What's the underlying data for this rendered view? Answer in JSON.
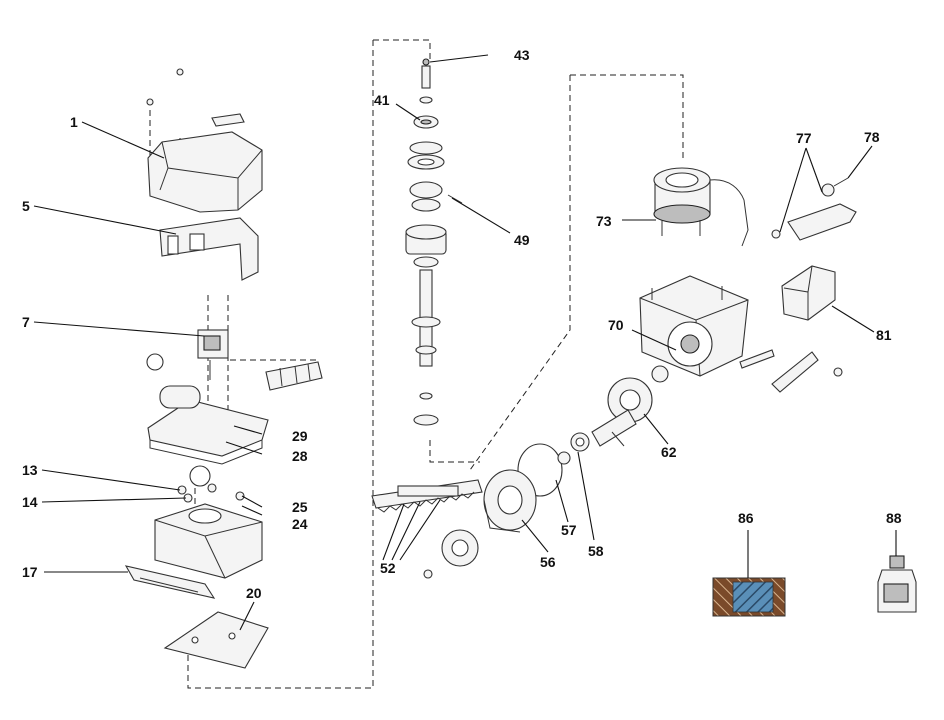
{
  "callouts": [
    {
      "id": "1",
      "label": "1"
    },
    {
      "id": "5",
      "label": "5"
    },
    {
      "id": "7",
      "label": "7"
    },
    {
      "id": "13",
      "label": "13"
    },
    {
      "id": "14",
      "label": "14"
    },
    {
      "id": "17",
      "label": "17"
    },
    {
      "id": "20",
      "label": "20"
    },
    {
      "id": "24",
      "label": "24"
    },
    {
      "id": "25",
      "label": "25"
    },
    {
      "id": "28",
      "label": "28"
    },
    {
      "id": "29",
      "label": "29"
    },
    {
      "id": "41",
      "label": "41"
    },
    {
      "id": "43",
      "label": "43"
    },
    {
      "id": "49",
      "label": "49"
    },
    {
      "id": "52",
      "label": "52"
    },
    {
      "id": "56",
      "label": "56"
    },
    {
      "id": "57",
      "label": "57"
    },
    {
      "id": "58",
      "label": "58"
    },
    {
      "id": "62",
      "label": "62"
    },
    {
      "id": "70",
      "label": "70"
    },
    {
      "id": "73",
      "label": "73"
    },
    {
      "id": "77",
      "label": "77"
    },
    {
      "id": "78",
      "label": "78"
    },
    {
      "id": "81",
      "label": "81"
    },
    {
      "id": "86",
      "label": "86"
    },
    {
      "id": "88",
      "label": "88"
    }
  ],
  "colors": {
    "line": "#111111",
    "part_fill": "#f4f4f4",
    "swatch_brown": "#7a4a2a",
    "swatch_blue": "#5a8fb8"
  }
}
